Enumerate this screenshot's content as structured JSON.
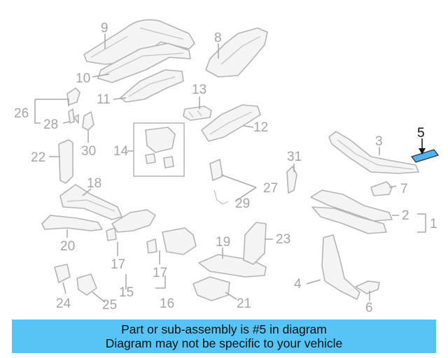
{
  "diagram": {
    "highlighted_callout": "5",
    "highlight_color": "#4fb3f0",
    "callouts": {
      "c1": "1",
      "c2": "2",
      "c3": "3",
      "c4": "4",
      "c5": "5",
      "c6": "6",
      "c7": "7",
      "c8": "8",
      "c9": "9",
      "c10": "10",
      "c11": "11",
      "c12": "12",
      "c13": "13",
      "c14": "14",
      "c15": "15",
      "c16": "16",
      "c17a": "17",
      "c17b": "17",
      "c18": "18",
      "c19": "19",
      "c20": "20",
      "c21": "21",
      "c22": "22",
      "c23": "23",
      "c24": "24",
      "c25": "25",
      "c26": "26",
      "c27": "27",
      "c28": "28",
      "c29": "29",
      "c30": "30",
      "c31": "31"
    }
  },
  "caption": {
    "background_color": "#57c4f6",
    "line1": "Part or sub-assembly is #5 in diagram",
    "line2": "Diagram may not be specific to your vehicle"
  }
}
